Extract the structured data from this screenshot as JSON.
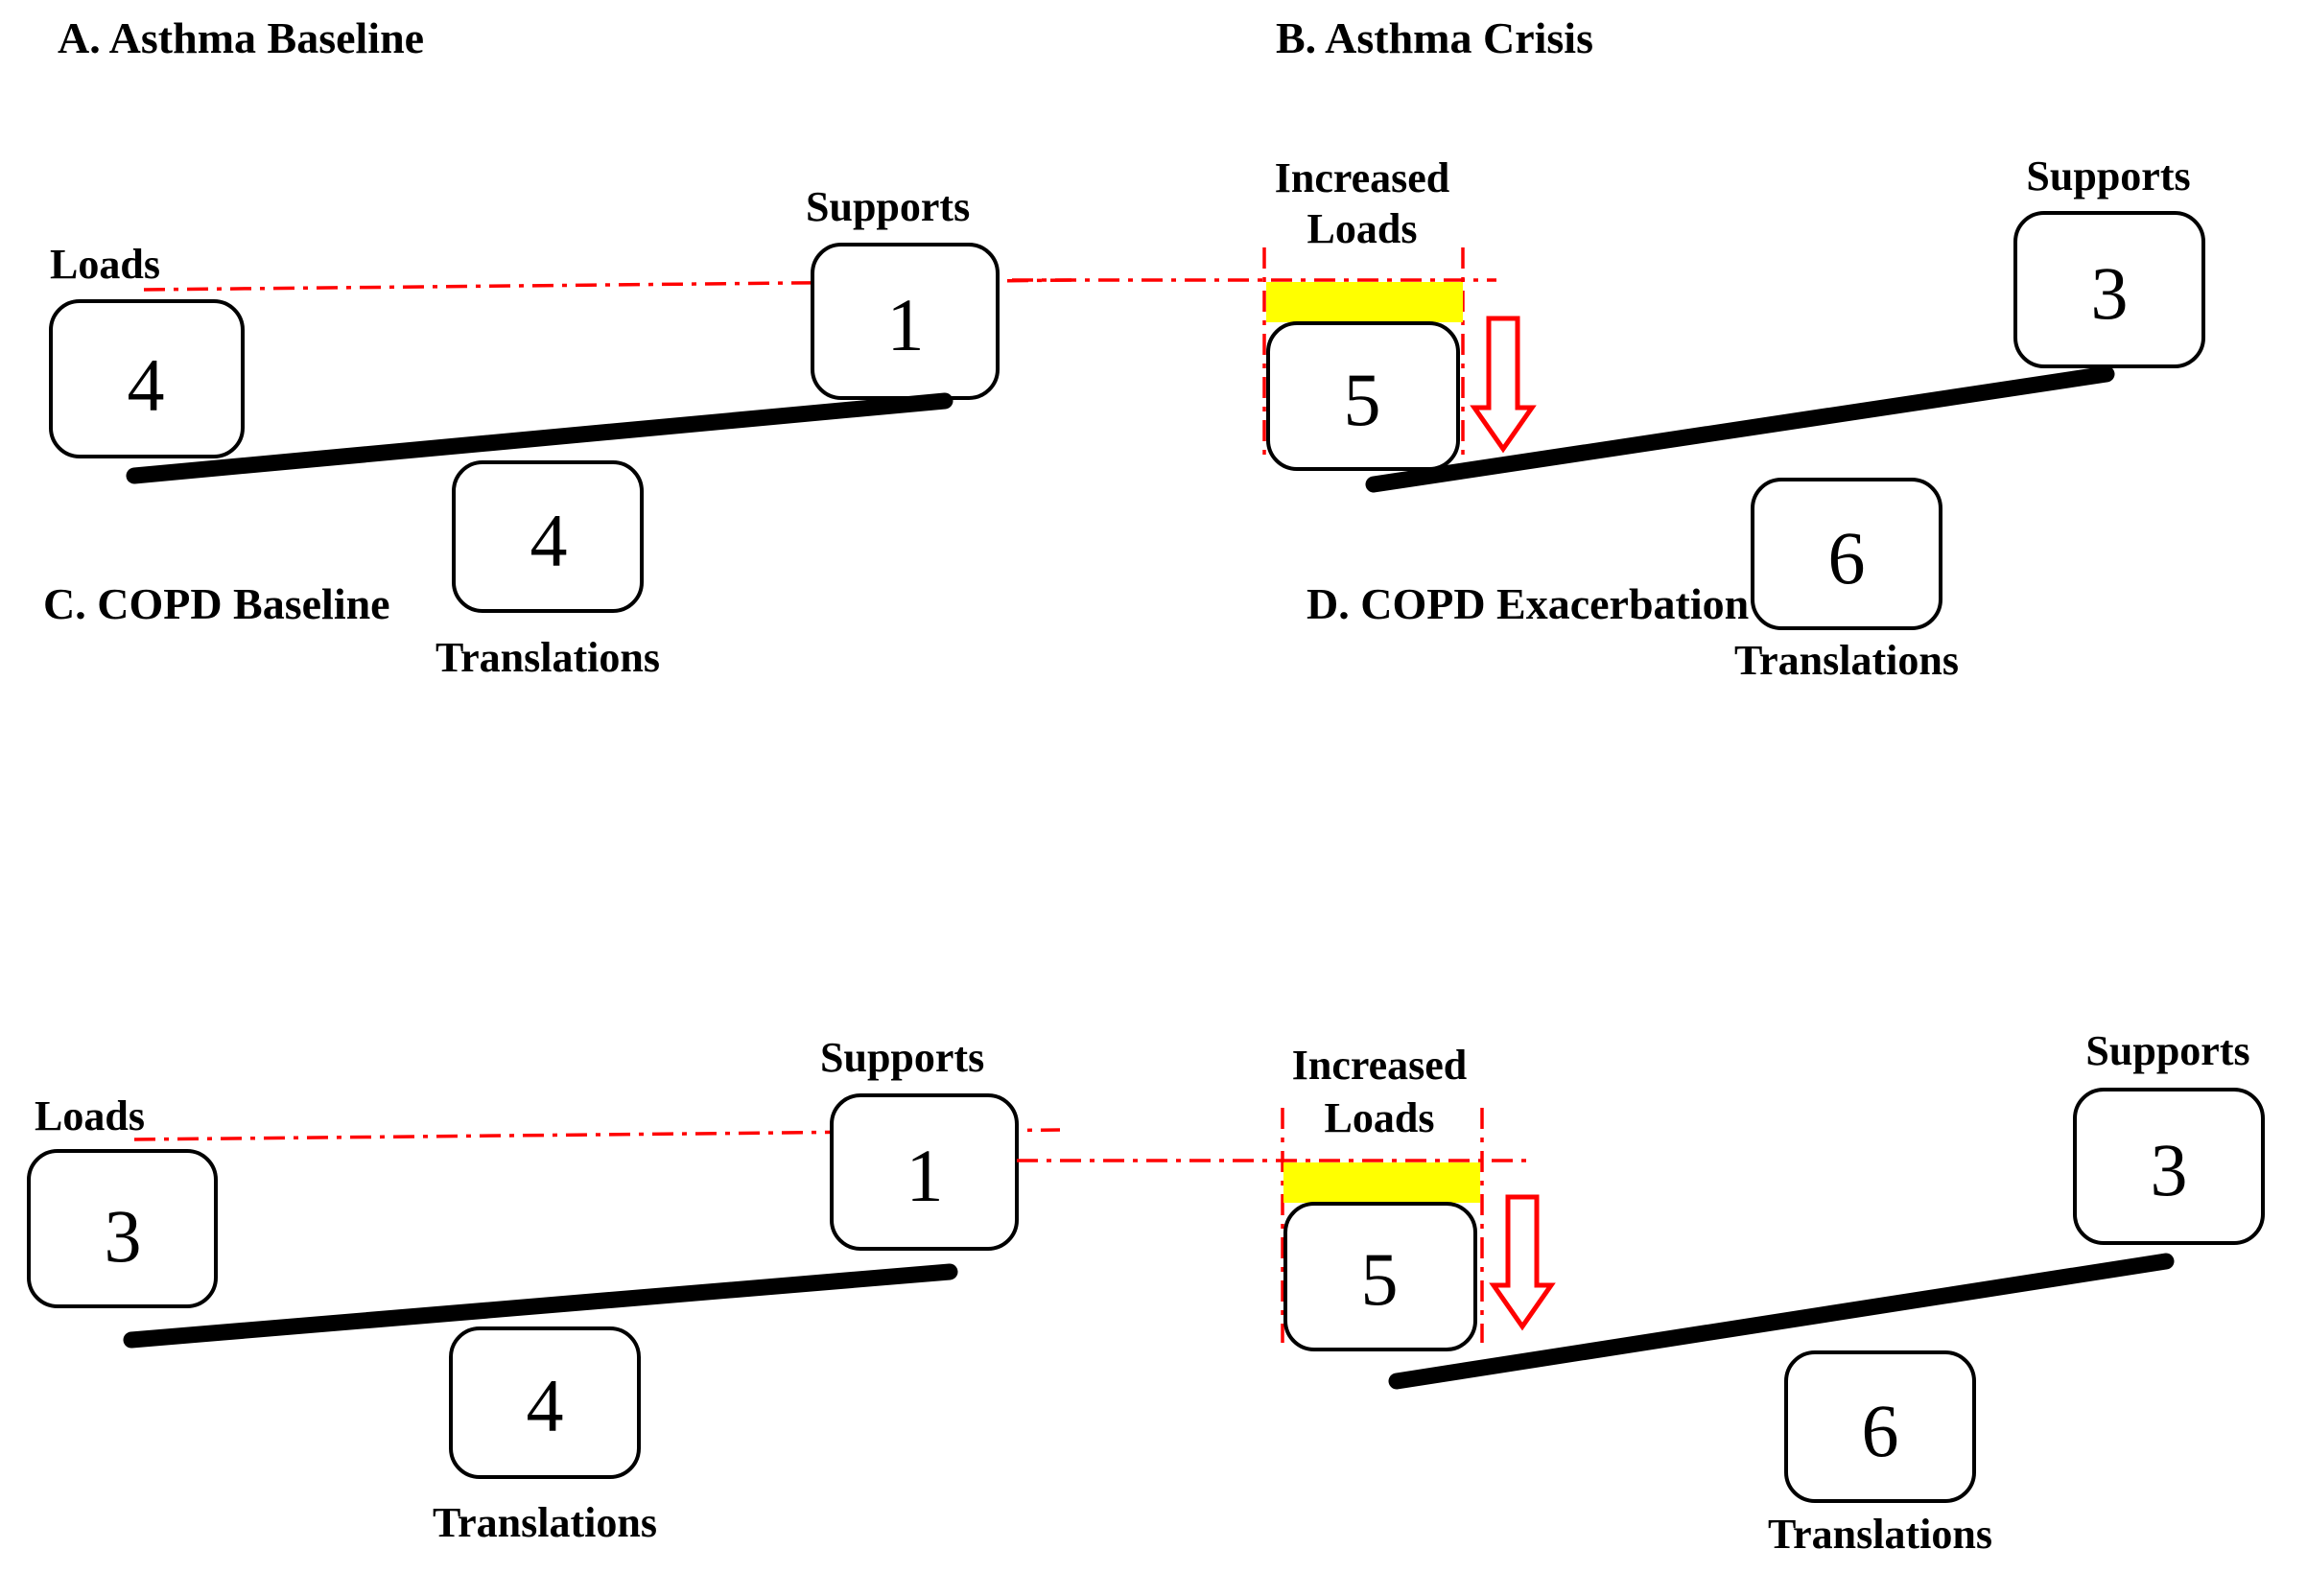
{
  "figure": {
    "background_color": "#ffffff",
    "accent_red": "#ff0000",
    "highlight_yellow": "#ffff00",
    "ink_black": "#000000"
  },
  "panels": [
    {
      "id": "A",
      "title": "A. Asthma Baseline",
      "loads": {
        "label": "Loads",
        "value": "4",
        "increased": false
      },
      "supports": {
        "label": "Supports",
        "value": "1"
      },
      "translations": {
        "label": "Translations",
        "value": "4"
      }
    },
    {
      "id": "B",
      "title": "B. Asthma Crisis",
      "loads": {
        "label": "Increased",
        "label2": "Loads",
        "value": "5",
        "increased": true
      },
      "supports": {
        "label": "Supports",
        "value": "3"
      },
      "translations": {
        "label": "Translations",
        "value": "6"
      }
    },
    {
      "id": "C",
      "title": "C. COPD Baseline",
      "loads": {
        "label": "Loads",
        "value": "3",
        "increased": false
      },
      "supports": {
        "label": "Supports",
        "value": "1"
      },
      "translations": {
        "label": "Translations",
        "value": "4"
      }
    },
    {
      "id": "D",
      "title": "D. COPD Exacerbation",
      "loads": {
        "label": "Increased",
        "label2": "Loads",
        "value": "5",
        "increased": true
      },
      "supports": {
        "label": "Supports",
        "value": "3"
      },
      "translations": {
        "label": "Translations",
        "value": "6"
      }
    }
  ],
  "chart_data": {
    "type": "diagram",
    "title": "Loads-Supports-Translations balance model across asthma and COPD states",
    "subtype": "seesaw-balance",
    "panels": [
      {
        "panel": "A",
        "label": "A. Asthma Baseline",
        "Loads": 4,
        "Supports": 1,
        "Translations": 4,
        "loads_increased": false,
        "beam_tilt": "left-down-shallow"
      },
      {
        "panel": "B",
        "label": "B. Asthma Crisis",
        "Loads": 5,
        "Supports": 3,
        "Translations": 6,
        "loads_increased": true,
        "beam_tilt": "left-down-steep"
      },
      {
        "panel": "C",
        "label": "C. COPD Baseline",
        "Loads": 3,
        "Supports": 1,
        "Translations": 4,
        "loads_increased": false,
        "beam_tilt": "left-down-shallow"
      },
      {
        "panel": "D",
        "label": "D. COPD Exacerbation",
        "Loads": 5,
        "Supports": 3,
        "Translations": 6,
        "loads_increased": true,
        "beam_tilt": "left-down-steep"
      }
    ],
    "categories": [
      "Loads",
      "Supports",
      "Translations"
    ],
    "series": [
      {
        "name": "Loads",
        "values": [
          4,
          5,
          3,
          5
        ]
      },
      {
        "name": "Supports",
        "values": [
          1,
          3,
          1,
          3
        ]
      },
      {
        "name": "Translations",
        "values": [
          4,
          6,
          4,
          6
        ]
      }
    ],
    "annotations": [
      "Increased Loads highlighted in yellow in panels B and D",
      "Red downward open arrow next to increased loads in panels B and D",
      "Red dash-dot reference line links baseline Loads top to Supports level"
    ],
    "legend": null,
    "grid": false
  }
}
